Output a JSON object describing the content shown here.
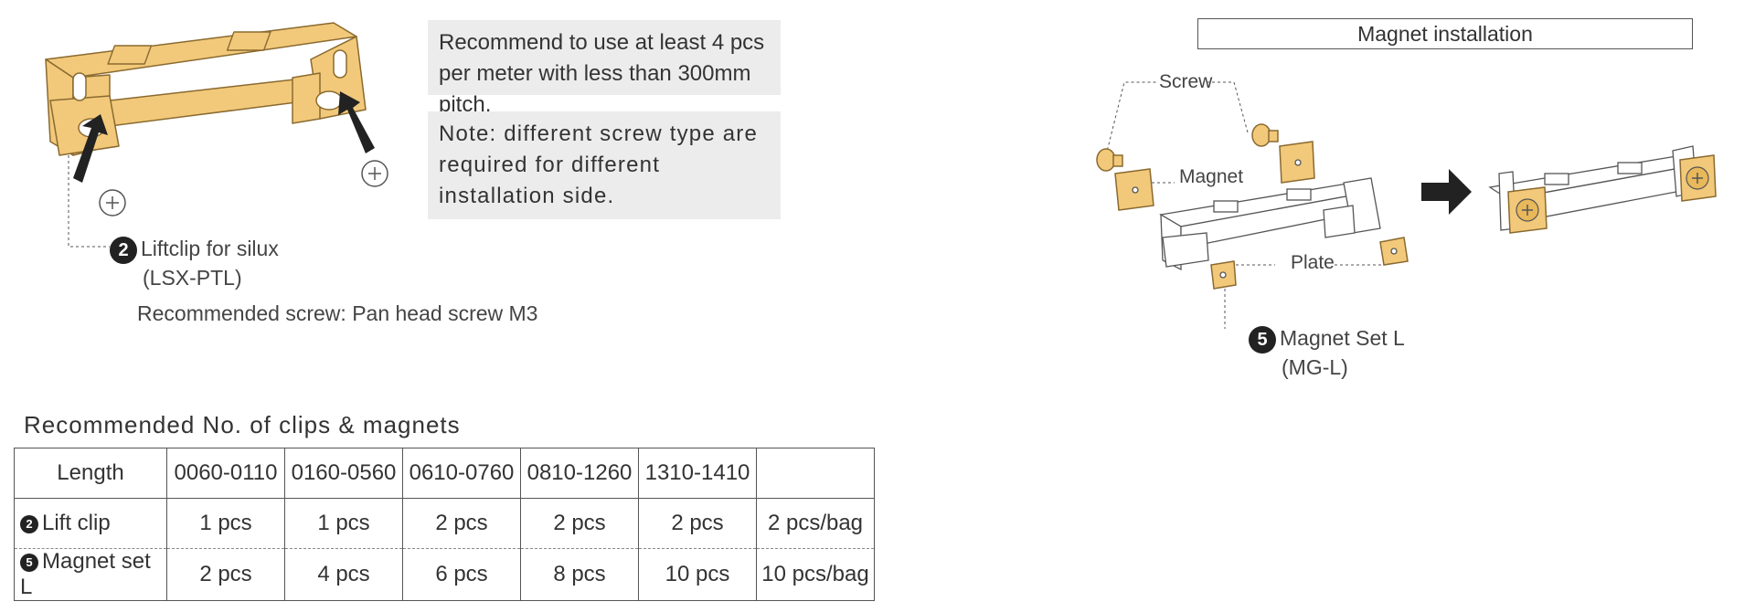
{
  "notes": {
    "recommend": "Recommend to use at least 4 pcs per meter with less than 300mm pitch.",
    "note": "Note: different screw type are required for different installation side."
  },
  "left_part": {
    "badge": "2",
    "name": "Liftclip for silux",
    "code": "(LSX-PTL)",
    "screw": "Recommended screw: Pan head screw M3"
  },
  "magnet": {
    "header": "Magnet installation",
    "screw_label": "Screw",
    "magnet_label": "Magnet",
    "plate_label": "Plate",
    "badge": "5",
    "set_name": "Magnet Set L",
    "set_code": "(MG-L)"
  },
  "table": {
    "title": "Recommended No. of clips  & magnets",
    "header": [
      "Length",
      "0060-0110",
      "0160-0560",
      "0610-0760",
      "0810-1260",
      "1310-1410",
      ""
    ],
    "rows": [
      {
        "badge": "2",
        "label": "Lift clip",
        "cells": [
          "1 pcs",
          "1 pcs",
          "2 pcs",
          "2 pcs",
          "2 pcs",
          "2 pcs/bag"
        ]
      },
      {
        "badge": "5",
        "label": "Magnet set L",
        "cells": [
          "2 pcs",
          "4 pcs",
          "6 pcs",
          "8 pcs",
          "10 pcs",
          "10 pcs/bag"
        ]
      }
    ]
  },
  "colors": {
    "part": "#f2c97a",
    "part_stroke": "#8a6a30",
    "arrow": "#222222"
  }
}
